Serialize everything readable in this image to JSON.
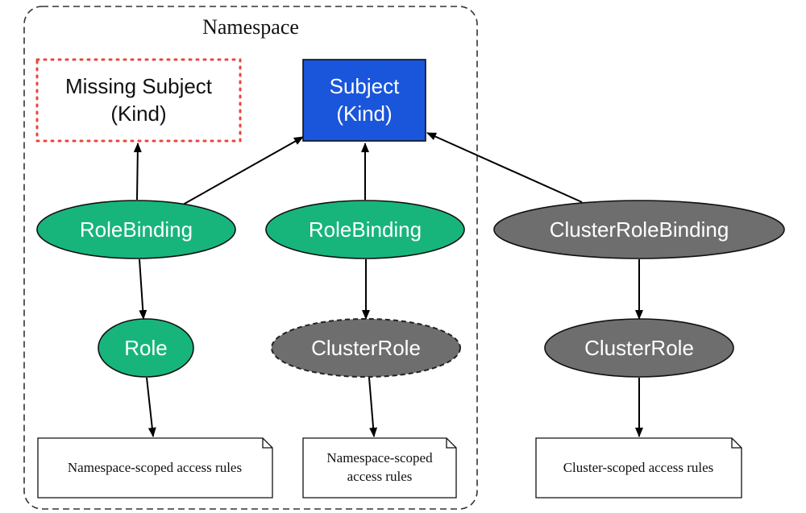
{
  "namespace": {
    "label": "Namespace"
  },
  "nodes": {
    "missing_subject": {
      "line1": "Missing Subject",
      "line2": "(Kind)",
      "border_color": "#e8463a"
    },
    "subject": {
      "line1": "Subject",
      "line2": "(Kind)",
      "fill": "#1a56db"
    },
    "rolebinding_left": {
      "label": "RoleBinding",
      "fill": "#17b57c"
    },
    "rolebinding_mid": {
      "label": "RoleBinding",
      "fill": "#17b57c"
    },
    "clusterrolebinding": {
      "label": "ClusterRoleBinding",
      "fill": "#6e6e6e"
    },
    "role": {
      "label": "Role",
      "fill": "#17b57c"
    },
    "clusterrole_mid": {
      "label": "ClusterRole",
      "fill": "#6e6e6e",
      "border": "dashed"
    },
    "clusterrole_right": {
      "label": "ClusterRole",
      "fill": "#6e6e6e"
    }
  },
  "notes": {
    "left": {
      "line1": "Namespace-scoped access rules"
    },
    "mid": {
      "line1": "Namespace-scoped",
      "line2": "access rules"
    },
    "right": {
      "line1": "Cluster-scoped access rules"
    }
  }
}
